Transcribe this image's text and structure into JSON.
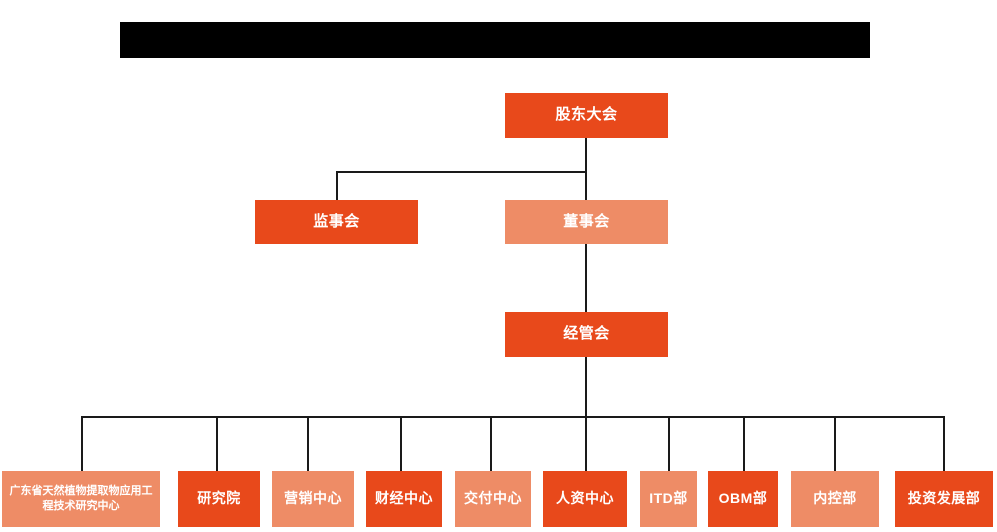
{
  "meta": {
    "chart_type": "organization-chart",
    "background_color": "#FFFFFF",
    "connector_color": "#1A1A1A",
    "colors": {
      "dark_orange": "#E8491B",
      "salmon": "#EE8C66",
      "redaction": "#000000",
      "text": "#FFFFFF"
    }
  },
  "redaction": {
    "label": "",
    "note": "solid black redaction bar, no readable text"
  },
  "org": {
    "level1": {
      "id": "shareholders-meeting",
      "label": "股东大会",
      "tone": "dark"
    },
    "level2": [
      {
        "id": "board-of-supervisors",
        "label": "监事会",
        "tone": "dark"
      },
      {
        "id": "board-of-directors",
        "label": "董事会",
        "tone": "light"
      }
    ],
    "level3": {
      "id": "management-committee",
      "label": "经管会",
      "tone": "dark"
    },
    "departments": [
      {
        "id": "gd-natural-plant-extract-center",
        "label": "广东省天然植物提取物应用工程技术研究中心",
        "tone": "light",
        "multiline": true
      },
      {
        "id": "research-institute",
        "label": "研究院",
        "tone": "dark"
      },
      {
        "id": "marketing-center",
        "label": "营销中心",
        "tone": "light"
      },
      {
        "id": "finance-center",
        "label": "财经中心",
        "tone": "dark"
      },
      {
        "id": "delivery-center",
        "label": "交付中心",
        "tone": "light"
      },
      {
        "id": "hr-center",
        "label": "人资中心",
        "tone": "dark"
      },
      {
        "id": "itd-department",
        "label": "ITD部",
        "tone": "light"
      },
      {
        "id": "obm-department",
        "label": "OBM部",
        "tone": "dark"
      },
      {
        "id": "internal-control-department",
        "label": "内控部",
        "tone": "light"
      },
      {
        "id": "investment-development-department",
        "label": "投资发展部",
        "tone": "dark"
      }
    ]
  }
}
